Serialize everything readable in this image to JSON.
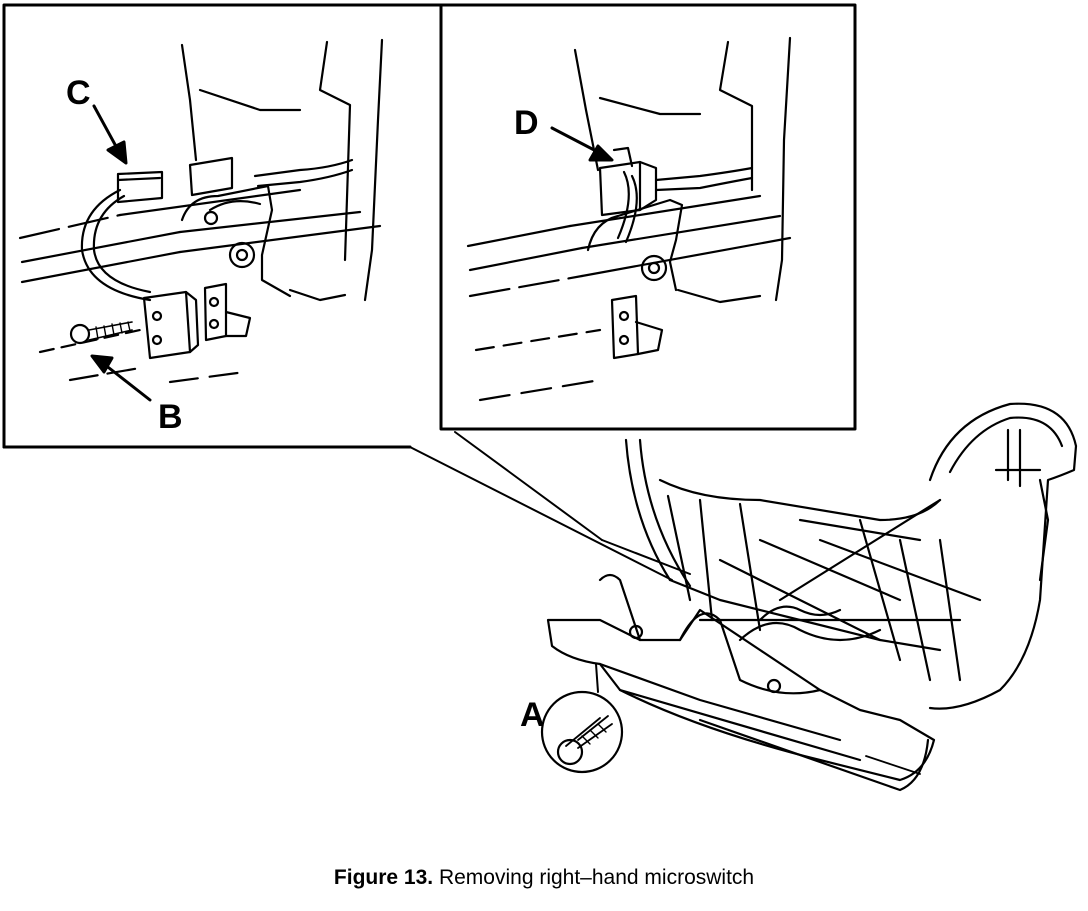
{
  "figure": {
    "caption_number": "Figure 13.",
    "caption_text": "Removing right–hand microswitch"
  },
  "callouts": {
    "a": "A",
    "b": "B",
    "c": "C",
    "d": "D"
  },
  "colors": {
    "ink": "#000000",
    "paper": "#ffffff"
  }
}
